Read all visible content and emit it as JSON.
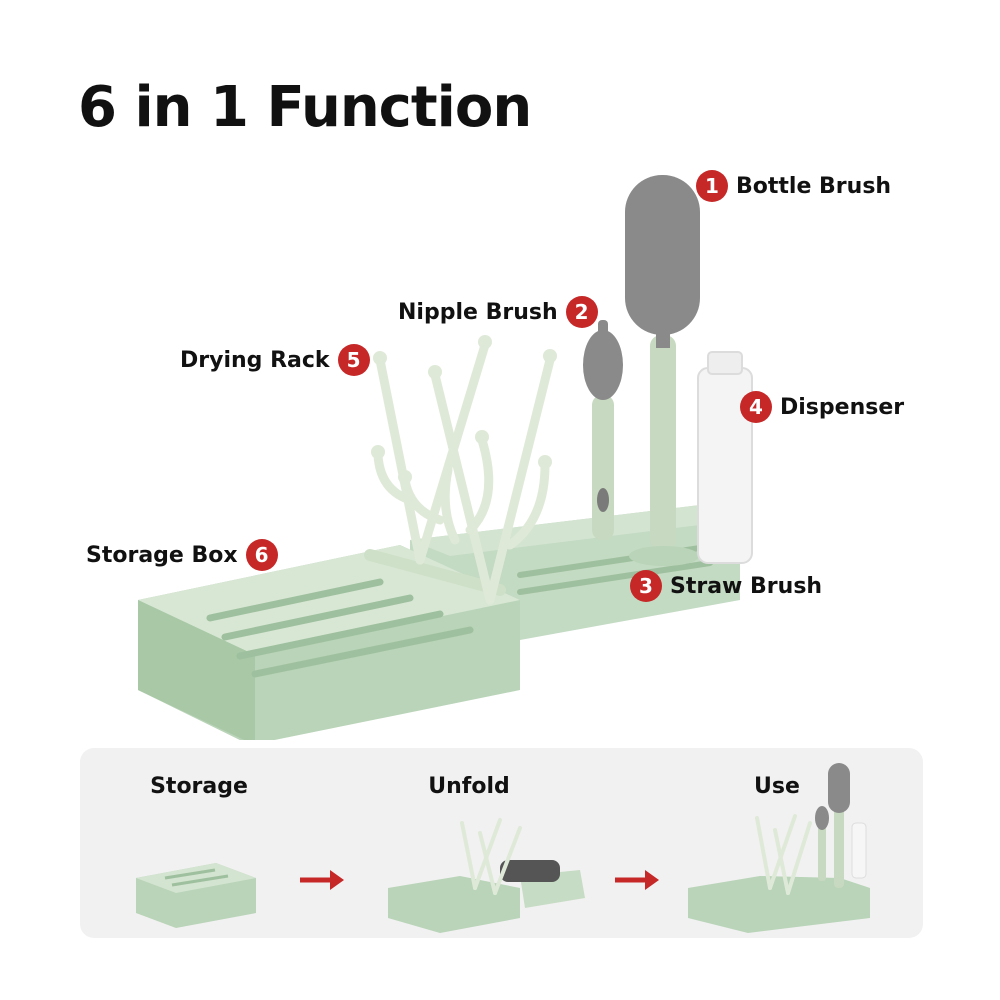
{
  "title": "6 in 1 Function",
  "callouts": [
    {
      "number": "1",
      "label": "Bottle Brush"
    },
    {
      "number": "2",
      "label": "Nipple Brush"
    },
    {
      "number": "3",
      "label": "Straw Brush"
    },
    {
      "number": "4",
      "label": "Dispenser"
    },
    {
      "number": "5",
      "label": "Drying Rack"
    },
    {
      "number": "6",
      "label": "Storage Box"
    }
  ],
  "steps": [
    {
      "label": "Storage"
    },
    {
      "label": "Unfold"
    },
    {
      "label": "Use"
    }
  ],
  "colors": {
    "badge": "#c62828",
    "arrow": "#c62828",
    "tray": "#b9d4b8",
    "tray_dark": "#9fc09e",
    "rack": "#dfe9d8",
    "brush": "#8a8a8a",
    "handle": "#c7d9c0",
    "panel": "#f1f1f1"
  }
}
